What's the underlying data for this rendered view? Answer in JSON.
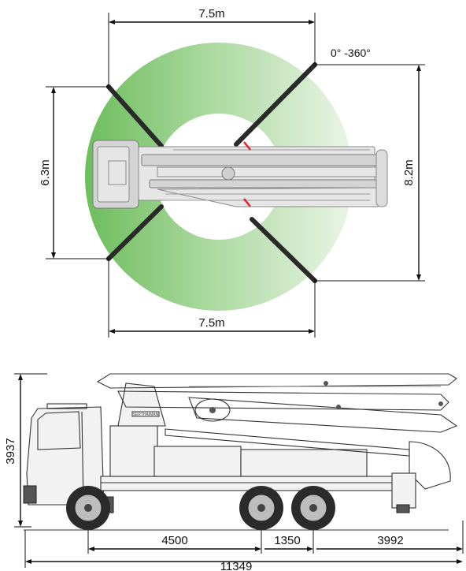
{
  "top_view": {
    "width_top": "7.5m",
    "width_bottom": "7.5m",
    "span_left": "6.3m",
    "span_right": "8.2m",
    "rotation": "0° -360°"
  },
  "side_view": {
    "height": "3937",
    "wheelbase_front": "4500",
    "wheelbase_tandem": "1350",
    "rear_overhang": "3992",
    "overall_length": "11349",
    "brand_label": "SERTHAIMAN"
  },
  "colors": {
    "ring_dark": "#6dbf5f",
    "ring_light": "#e8f4e4",
    "accent_red": "#d8262c"
  }
}
